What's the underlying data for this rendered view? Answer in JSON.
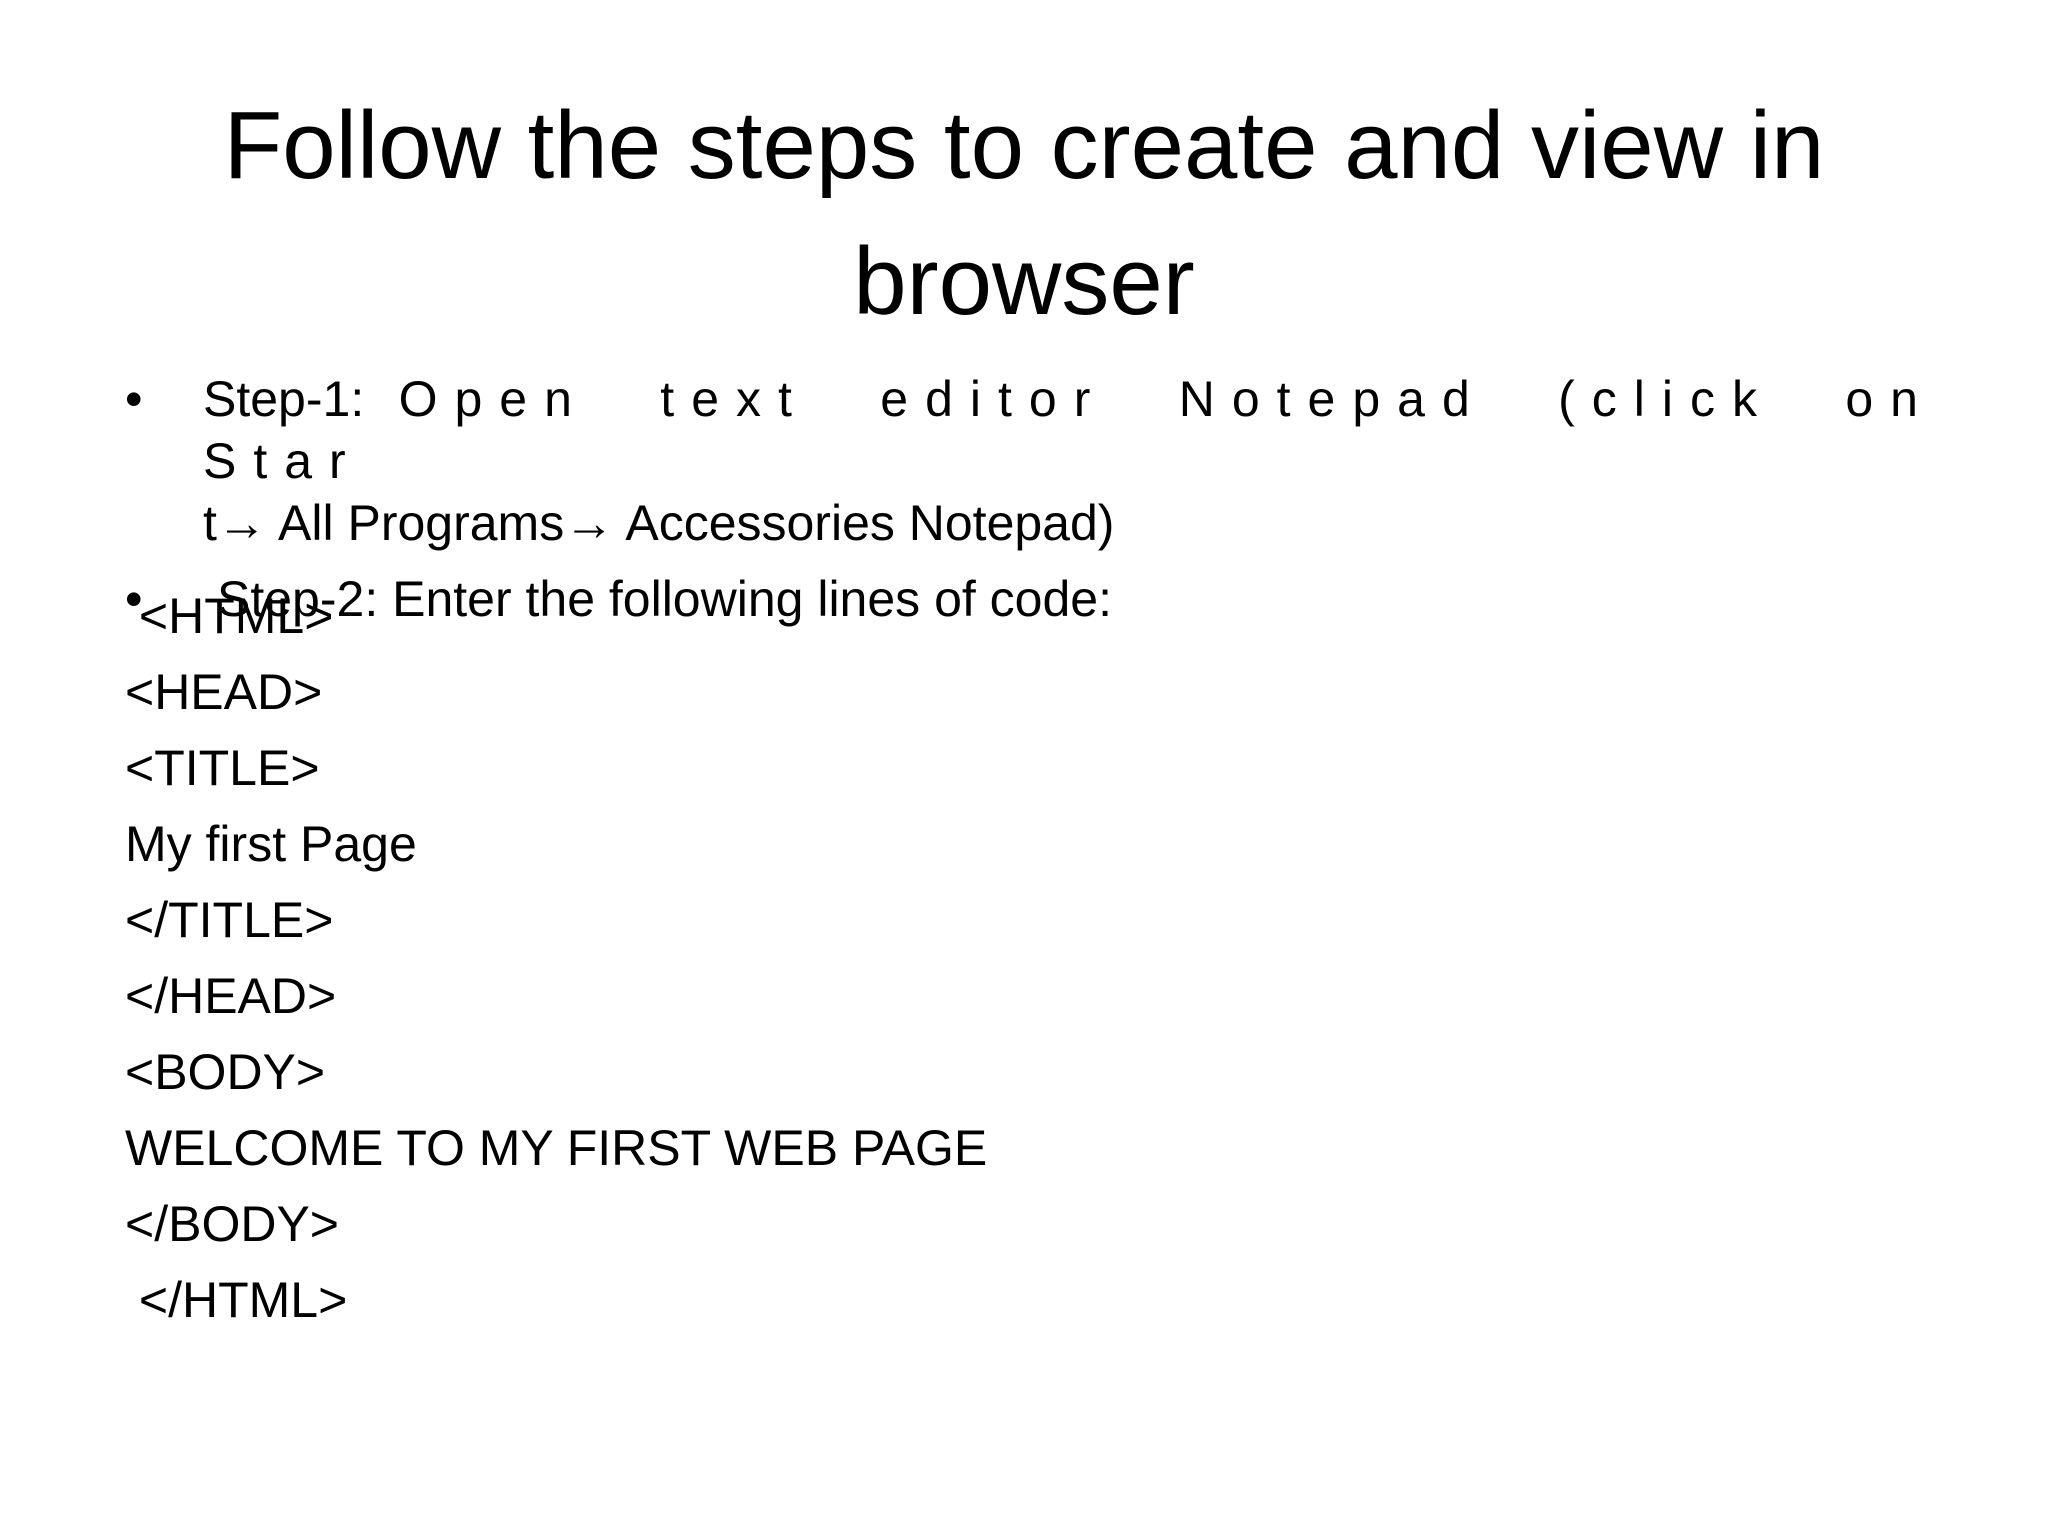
{
  "slide": {
    "title": "Follow the steps to create and view in browser",
    "bullets": [
      {
        "prefix": "Step-1:",
        "spaced_text": "Open text editor Notepad (click on Star",
        "continuation": "t→ All Programs→ Accessories Notepad)"
      },
      {
        "text": "Step-2: Enter the following lines of code:"
      }
    ],
    "bullet_glyph": "•",
    "code_lines": [
      " <HTML>",
      "<HEAD>",
      "<TITLE>",
      "My first Page",
      "</TITLE>",
      "</HEAD>",
      "<BODY>",
      "WELCOME TO MY FIRST WEB PAGE",
      "</BODY>",
      " </HTML>"
    ]
  }
}
